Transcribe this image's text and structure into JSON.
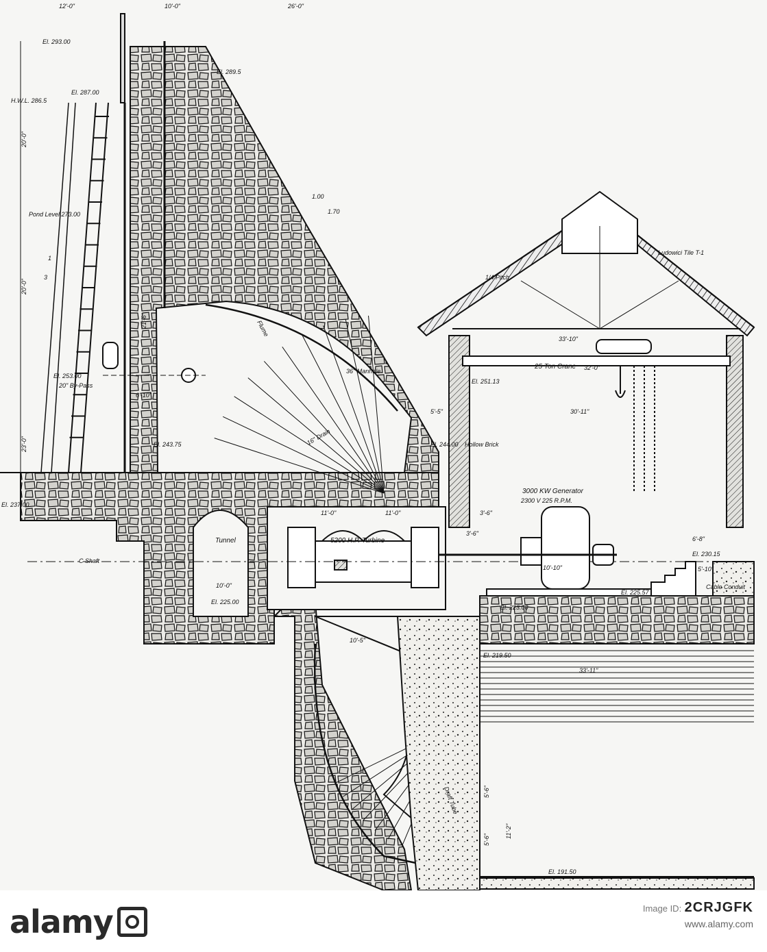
{
  "dimensions": {
    "top_a": "12'-0\"",
    "top_b": "10'-0\"",
    "top_c": "26'-0\"",
    "height_20a": "20'-0\"",
    "height_20b": "20'-0\"",
    "height_23": "23'-0\"",
    "bypass_offset": "6'-10\"",
    "gate_height": "21'-6\"",
    "tunnel_width": "10'-0\"",
    "turbine_span_a": "11'-0\"",
    "turbine_span_b": "11'-0\"",
    "turbine_gap": "3'-6\"",
    "runway_span": "33'-10\"",
    "crane_span": "32'-0\"",
    "bay_width": "30'-11\"",
    "wall_thick_a": "5'-5\"",
    "wall_thick_b": "3'-6\"",
    "gen_base": "10'-10\"",
    "step_a": "6'-8\"",
    "step_b": "5'-10\"",
    "draft_width": "10'-5\"",
    "basement_width": "33'-11\"",
    "draft_h1": "5'-6\"",
    "draft_h2": "5'-6\"",
    "draft_h3": "11'-2\""
  },
  "elevations": {
    "crest": "El. 293.00",
    "top_fill": "El. 289.5",
    "hwl": "H.W.L. 286.5",
    "deck": "El. 287.00",
    "pond": "Pond Level 273.00",
    "bypass": "El. 253.00",
    "gate_sill": "El. 243.75",
    "heel": "El. 237.00",
    "tunnel_floor": "El. 225.00",
    "floor_sill": "El. 244.00",
    "crane_rail": "El. 251.13",
    "gen_floor": "El. 230.15",
    "basement": "El. 225.57",
    "pit_floor": "El. 223.00",
    "tailrace": "El. 219.50",
    "draft_bottom": "El. 191.50"
  },
  "labels": {
    "bypass": "20\" By-Pass",
    "flume": "Flume",
    "manhole": "36\" Manhole",
    "drain": "16\" Drain",
    "slope_a": "1.00",
    "slope_b": "1.70",
    "pitch": "1/4 Pitch",
    "tile": "Ludowici Tile T-1",
    "crane": "25 Ton Crane",
    "hollow_brick": "Hollow Brick",
    "generator": "3000 KW Generator",
    "generator_spec": "2300 V   225 R.P.M.",
    "turbine": "5200 H.P. Turbine",
    "tunnel": "Tunnel",
    "shaft": "C Shaft",
    "cable": "Cable Conduit",
    "draft_tube": "Draft Tube",
    "ladder_a": "1",
    "ladder_b": "3"
  },
  "watermark": {
    "brand": "alamy",
    "image_id_label": "Image ID:",
    "image_id": "2CRJGFK",
    "url": "www.alamy.com"
  },
  "colors": {
    "ink": "#111111",
    "paper": "#f6f6f4",
    "stone_fill": "#d9d9d5"
  }
}
